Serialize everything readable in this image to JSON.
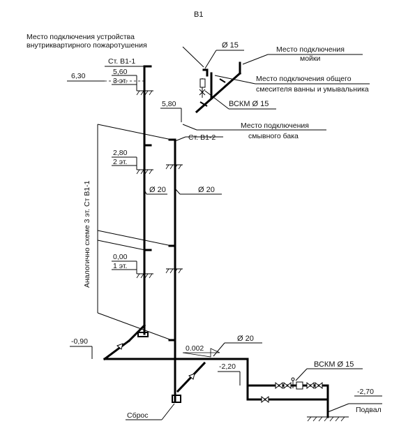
{
  "title": "В1",
  "labels": {
    "fire_device": [
      "Место подключения устройства",
      "внутриквартирного пожаротушения"
    ],
    "sink": [
      "Место подключения",
      "мойки"
    ],
    "mixer": [
      "Место подключения общего",
      "смесителя ванны и умывальника"
    ],
    "vskm_top": "ВСКМ Ø 15",
    "tank": [
      "Место подключения",
      "смывного бака"
    ],
    "riser1": "Ст. В1-1",
    "riser2": "Ст. В1-2",
    "analog": "Аналогично схеме 3 эт. Ст В1-1",
    "d15_top": "Ø 15",
    "d20_left": "Ø 20",
    "d20_right": "Ø 20",
    "d20_bottom": "Ø 20",
    "slope": "0.002",
    "vskm_bottom": "ВСКМ Ø 15",
    "reset": "Сброс",
    "basement": "Подвал"
  },
  "levels": {
    "l630": "6,30",
    "l560": "5,60",
    "f3": "3 эт.",
    "l580": "5,80",
    "l280": "2,80",
    "f2": "2 эт.",
    "l000": "0,00",
    "f1": "1 эт.",
    "l090": "-0,90",
    "l220": "-2,20",
    "l270": "-2,70"
  }
}
